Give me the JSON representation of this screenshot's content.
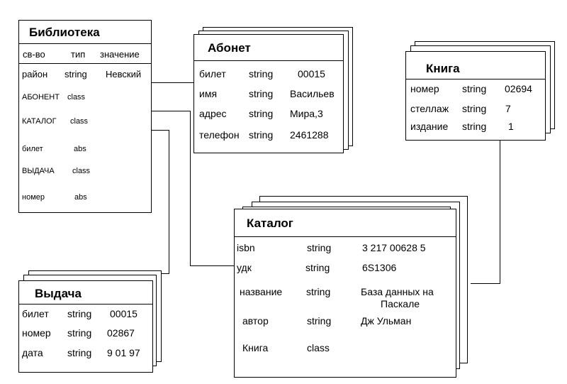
{
  "biblioteka": {
    "title": "Библиотека",
    "headers": [
      "св-во",
      "тип",
      "значение"
    ],
    "rows": [
      {
        "prop": "район",
        "type": "string",
        "value": "Невский"
      },
      {
        "prop": "АБОНЕНТ",
        "type": "class",
        "value": ""
      },
      {
        "prop": "КАТАЛОГ",
        "type": "class",
        "value": ""
      },
      {
        "prop": "билет",
        "type": "abs",
        "value": ""
      },
      {
        "prop": "ВЫДАЧА",
        "type": "class",
        "value": ""
      },
      {
        "prop": "номер",
        "type": "abs",
        "value": ""
      }
    ]
  },
  "abonent": {
    "title": "Абонет",
    "rows": [
      {
        "prop": "билет",
        "type": "string",
        "value": "00015"
      },
      {
        "prop": "имя",
        "type": "string",
        "value": "Васильев"
      },
      {
        "prop": "адрес",
        "type": "string",
        "value": "Мира,3"
      },
      {
        "prop": "телефон",
        "type": "string",
        "value": "2461288"
      }
    ]
  },
  "kniga": {
    "title": "Книга",
    "rows": [
      {
        "prop": "номер",
        "type": "string",
        "value": "02694"
      },
      {
        "prop": "стеллаж",
        "type": "string",
        "value": "7"
      },
      {
        "prop": "издание",
        "type": "string",
        "value": "1"
      }
    ]
  },
  "katalog": {
    "title": "Каталог",
    "rows": [
      {
        "prop": "isbn",
        "type": "string",
        "value": "3 217 00628 5"
      },
      {
        "prop": "удк",
        "type": "string",
        "value": "6S1306"
      },
      {
        "prop": "название",
        "type": "string",
        "value": "База данных на",
        "value2": "Паскале"
      },
      {
        "prop": "автор",
        "type": "string",
        "value": "Дж Ульман"
      },
      {
        "prop": "Книга",
        "type": "class",
        "value": ""
      }
    ]
  },
  "vydacha": {
    "title": "Выдача",
    "rows": [
      {
        "prop": "билет",
        "type": "string",
        "value": "00015"
      },
      {
        "prop": "номер",
        "type": "string",
        "value": "02867"
      },
      {
        "prop": "дата",
        "type": "string",
        "value": "9 01 97"
      }
    ]
  }
}
